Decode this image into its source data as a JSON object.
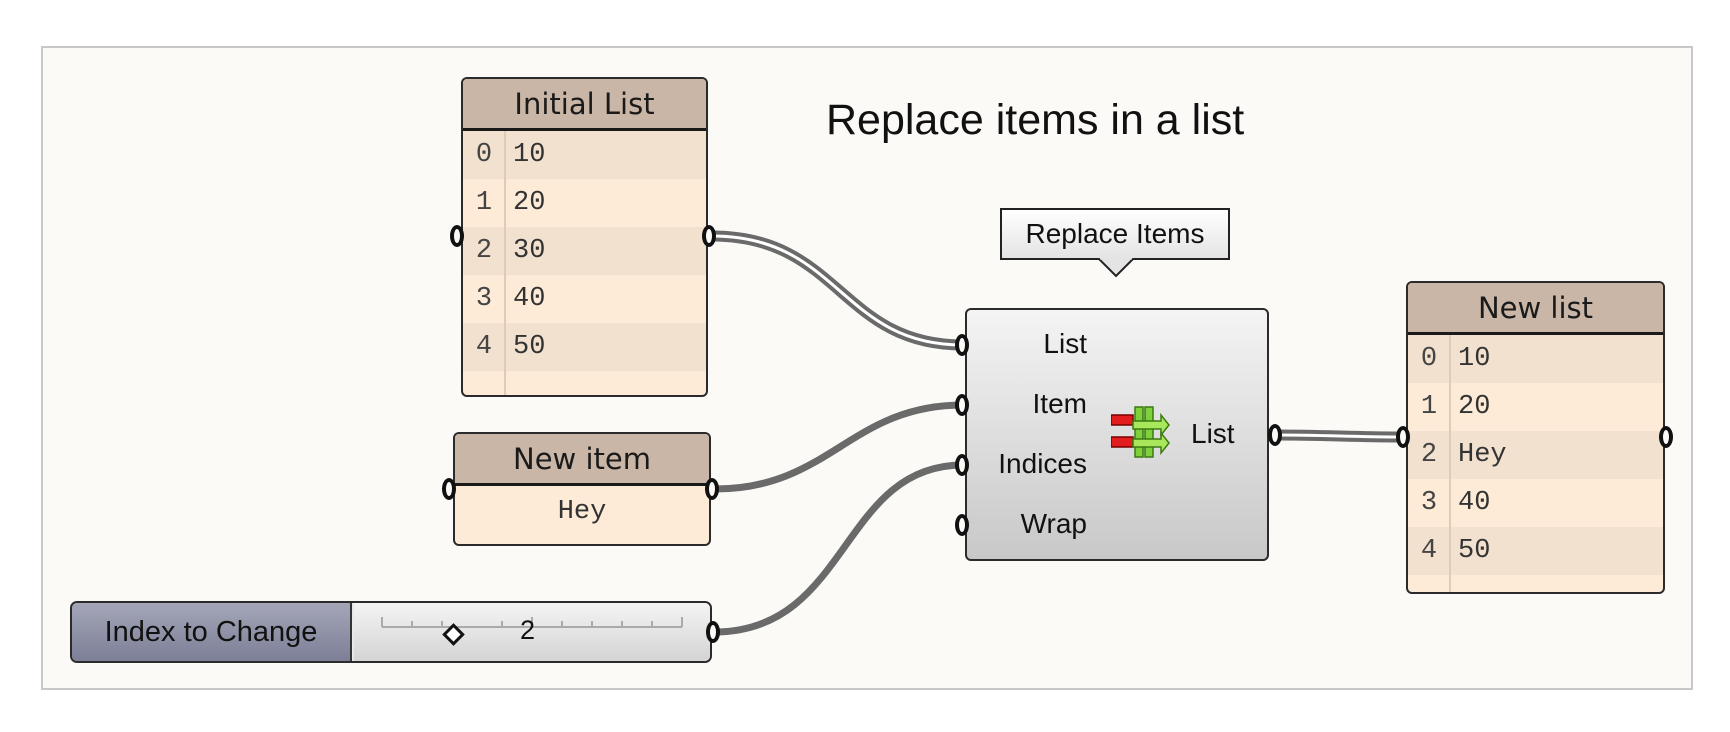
{
  "diagram": {
    "title": "Replace items in a list",
    "initial_list": {
      "title": "Initial List",
      "items": [
        {
          "index": "0",
          "value": "10"
        },
        {
          "index": "1",
          "value": "20"
        },
        {
          "index": "2",
          "value": "30"
        },
        {
          "index": "3",
          "value": "40"
        },
        {
          "index": "4",
          "value": "50"
        }
      ]
    },
    "new_item": {
      "title": "New item",
      "value": "Hey"
    },
    "slider": {
      "name": "Index to Change",
      "value": "2"
    },
    "component": {
      "tooltip": "Replace Items",
      "inputs": [
        "List",
        "Item",
        "Indices",
        "Wrap"
      ],
      "output": "List",
      "icon": "replace-items-icon"
    },
    "new_list": {
      "title": "New list",
      "items": [
        {
          "index": "0",
          "value": "10"
        },
        {
          "index": "1",
          "value": "20"
        },
        {
          "index": "2",
          "value": "Hey"
        },
        {
          "index": "3",
          "value": "40"
        },
        {
          "index": "4",
          "value": "50"
        }
      ]
    },
    "colors": {
      "panel_header": "#c9b6a6",
      "panel_body": "#fdebd8",
      "wire": "#6a6a6a",
      "canvas": "#fbfaf7"
    }
  }
}
